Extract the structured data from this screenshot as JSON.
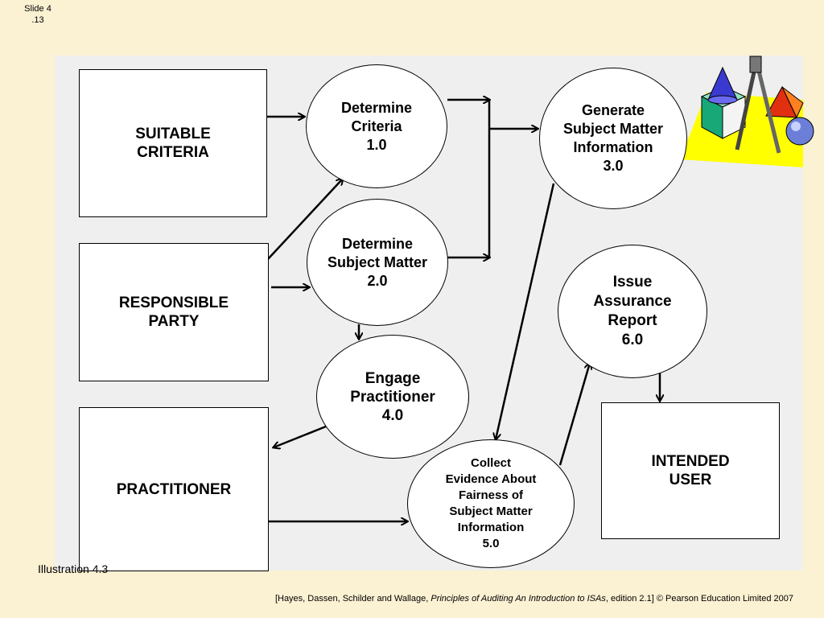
{
  "slide_number": "Slide 4\n.13",
  "boxes": {
    "suitable_criteria": "SUITABLE\nCRITERIA",
    "responsible_party": "RESPONSIBLE\nPARTY",
    "practitioner": "PRACTITIONER",
    "intended_user": "INTENDED\nUSER"
  },
  "processes": {
    "determine_criteria": "Determine\nCriteria\n1.0",
    "determine_subject_matter": "Determine\nSubject Matter\n2.0",
    "generate_information": "Generate\nSubject Matter\nInformation\n3.0",
    "engage_practitioner": "Engage\nPractitioner\n4.0",
    "collect_evidence": "Collect\nEvidence About\nFairness of\nSubject Matter\nInformation\n5.0",
    "issue_report": "Issue\nAssurance\nReport\n6.0"
  },
  "caption": "Illustration 4.3",
  "citation": {
    "prefix": "[Hayes, Dassen, Schilder and Wallage, ",
    "title": "Principles of Auditing An Introduction to ISAs",
    "suffix": ", edition 2.1] © Pearson Education Limited 2007"
  },
  "clipart": "geometry-shapes-clipart"
}
